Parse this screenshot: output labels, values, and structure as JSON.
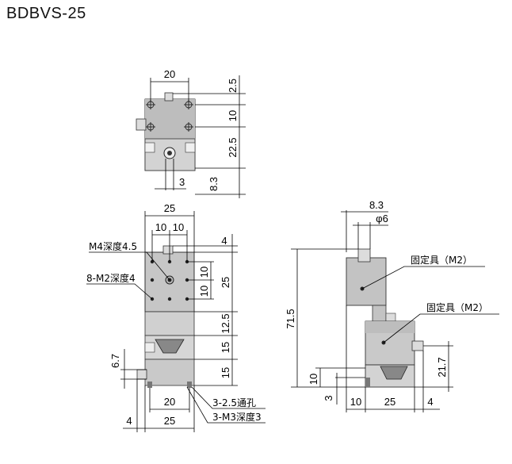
{
  "title": "BDBVS-25",
  "top_view": {
    "dims": {
      "width": "20",
      "top_offset": "2.5",
      "hole_pitch": "10",
      "height": "22.5",
      "bottom_offset": "8.3",
      "hole_offset": "3"
    }
  },
  "front_view": {
    "dims": {
      "overall_width": "25",
      "pitch_left": "10",
      "pitch_right": "10",
      "top_margin": "4",
      "pitch_v1": "10",
      "pitch_v2": "10",
      "span": "25",
      "gap": "12.5",
      "lower1": "15",
      "lower2": "15",
      "side_offset": "6.7",
      "base_hole_pitch": "20",
      "base_width": "25",
      "base_left": "4"
    },
    "labels": {
      "tapped_hole": "M4深度4.5",
      "mount_holes": "8-M2深度4",
      "through_holes": "3-2.5通孔",
      "base_taps": "3-M3深度3"
    }
  },
  "side_view": {
    "dims": {
      "offset": "8.3",
      "diameter": "φ6",
      "overall_height": "71.5",
      "base_height": "10",
      "base_step": "3",
      "lower_height": "21.7",
      "left": "10",
      "width": "25",
      "right": "4"
    },
    "labels": {
      "clamp_upper": "固定具（M2）",
      "clamp_lower": "固定具（M2）"
    }
  }
}
